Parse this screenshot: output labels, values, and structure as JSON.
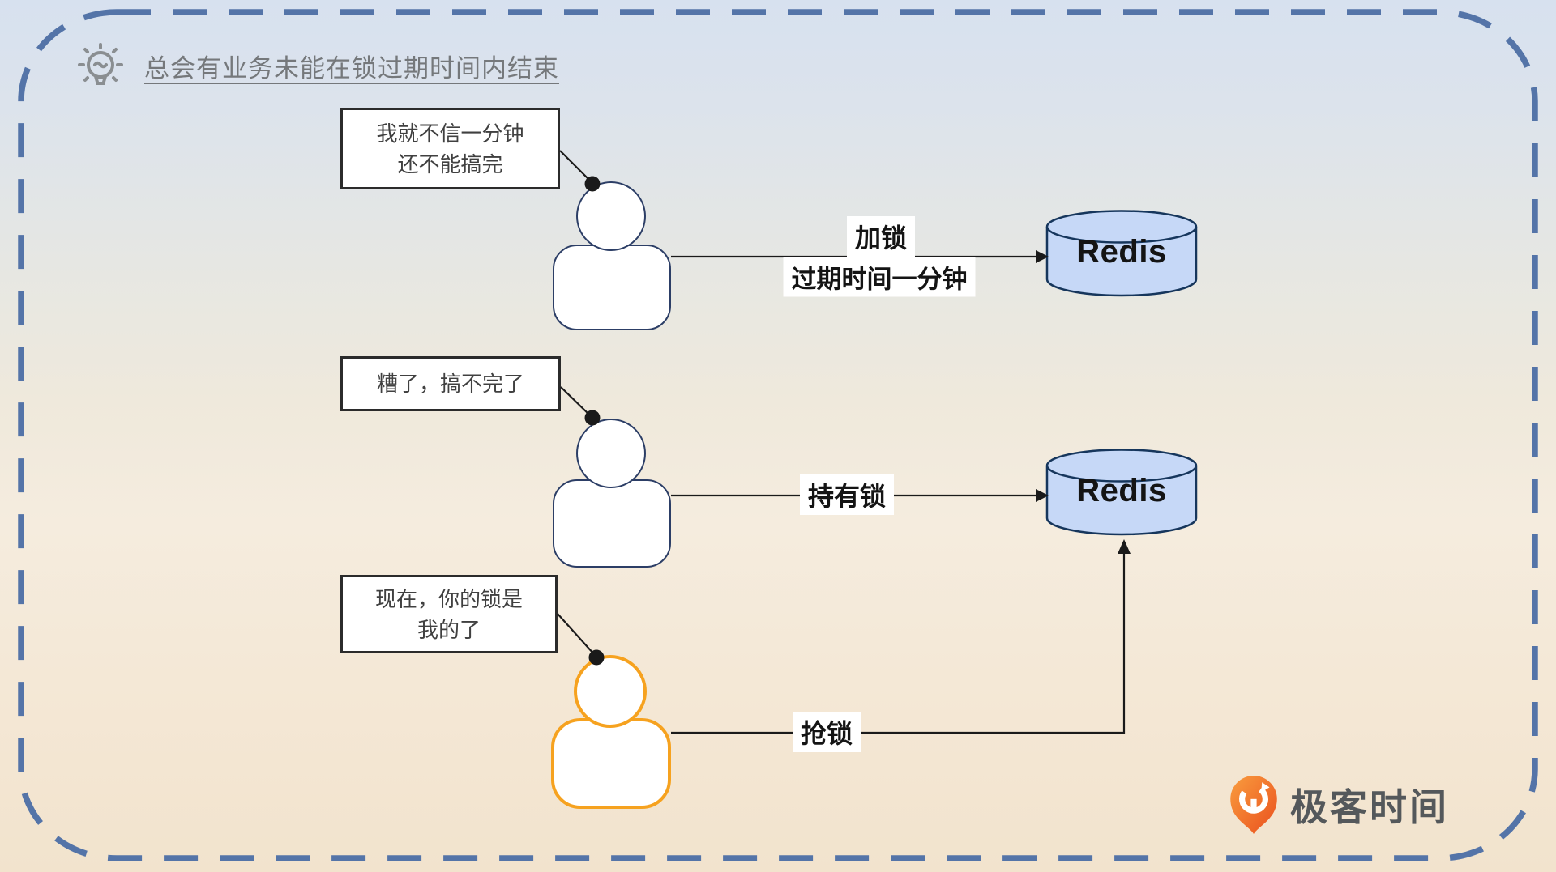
{
  "header": {
    "title": "总会有业务未能在锁过期时间内结束"
  },
  "bubbles": [
    {
      "line1": "我就不信一分钟",
      "line2": "还不能搞完"
    },
    {
      "line1": "糟了，搞不完了",
      "line2": ""
    },
    {
      "line1": "现在，你的锁是",
      "line2": "我的了"
    }
  ],
  "labels": {
    "lock": "加锁",
    "lock_expire": "过期时间一分钟",
    "hold": "持有锁",
    "grab": "抢锁"
  },
  "redis": {
    "label": "Redis"
  },
  "logo": {
    "text": "极客时间"
  },
  "colors": {
    "frame_blue": "#5474a8",
    "redis_fill": "#c6d8f7",
    "redis_stroke": "#16365c",
    "person_stroke": "#2c3e66",
    "accent_orange": "#f6a21f",
    "logo_orange": "#ee5a21"
  }
}
